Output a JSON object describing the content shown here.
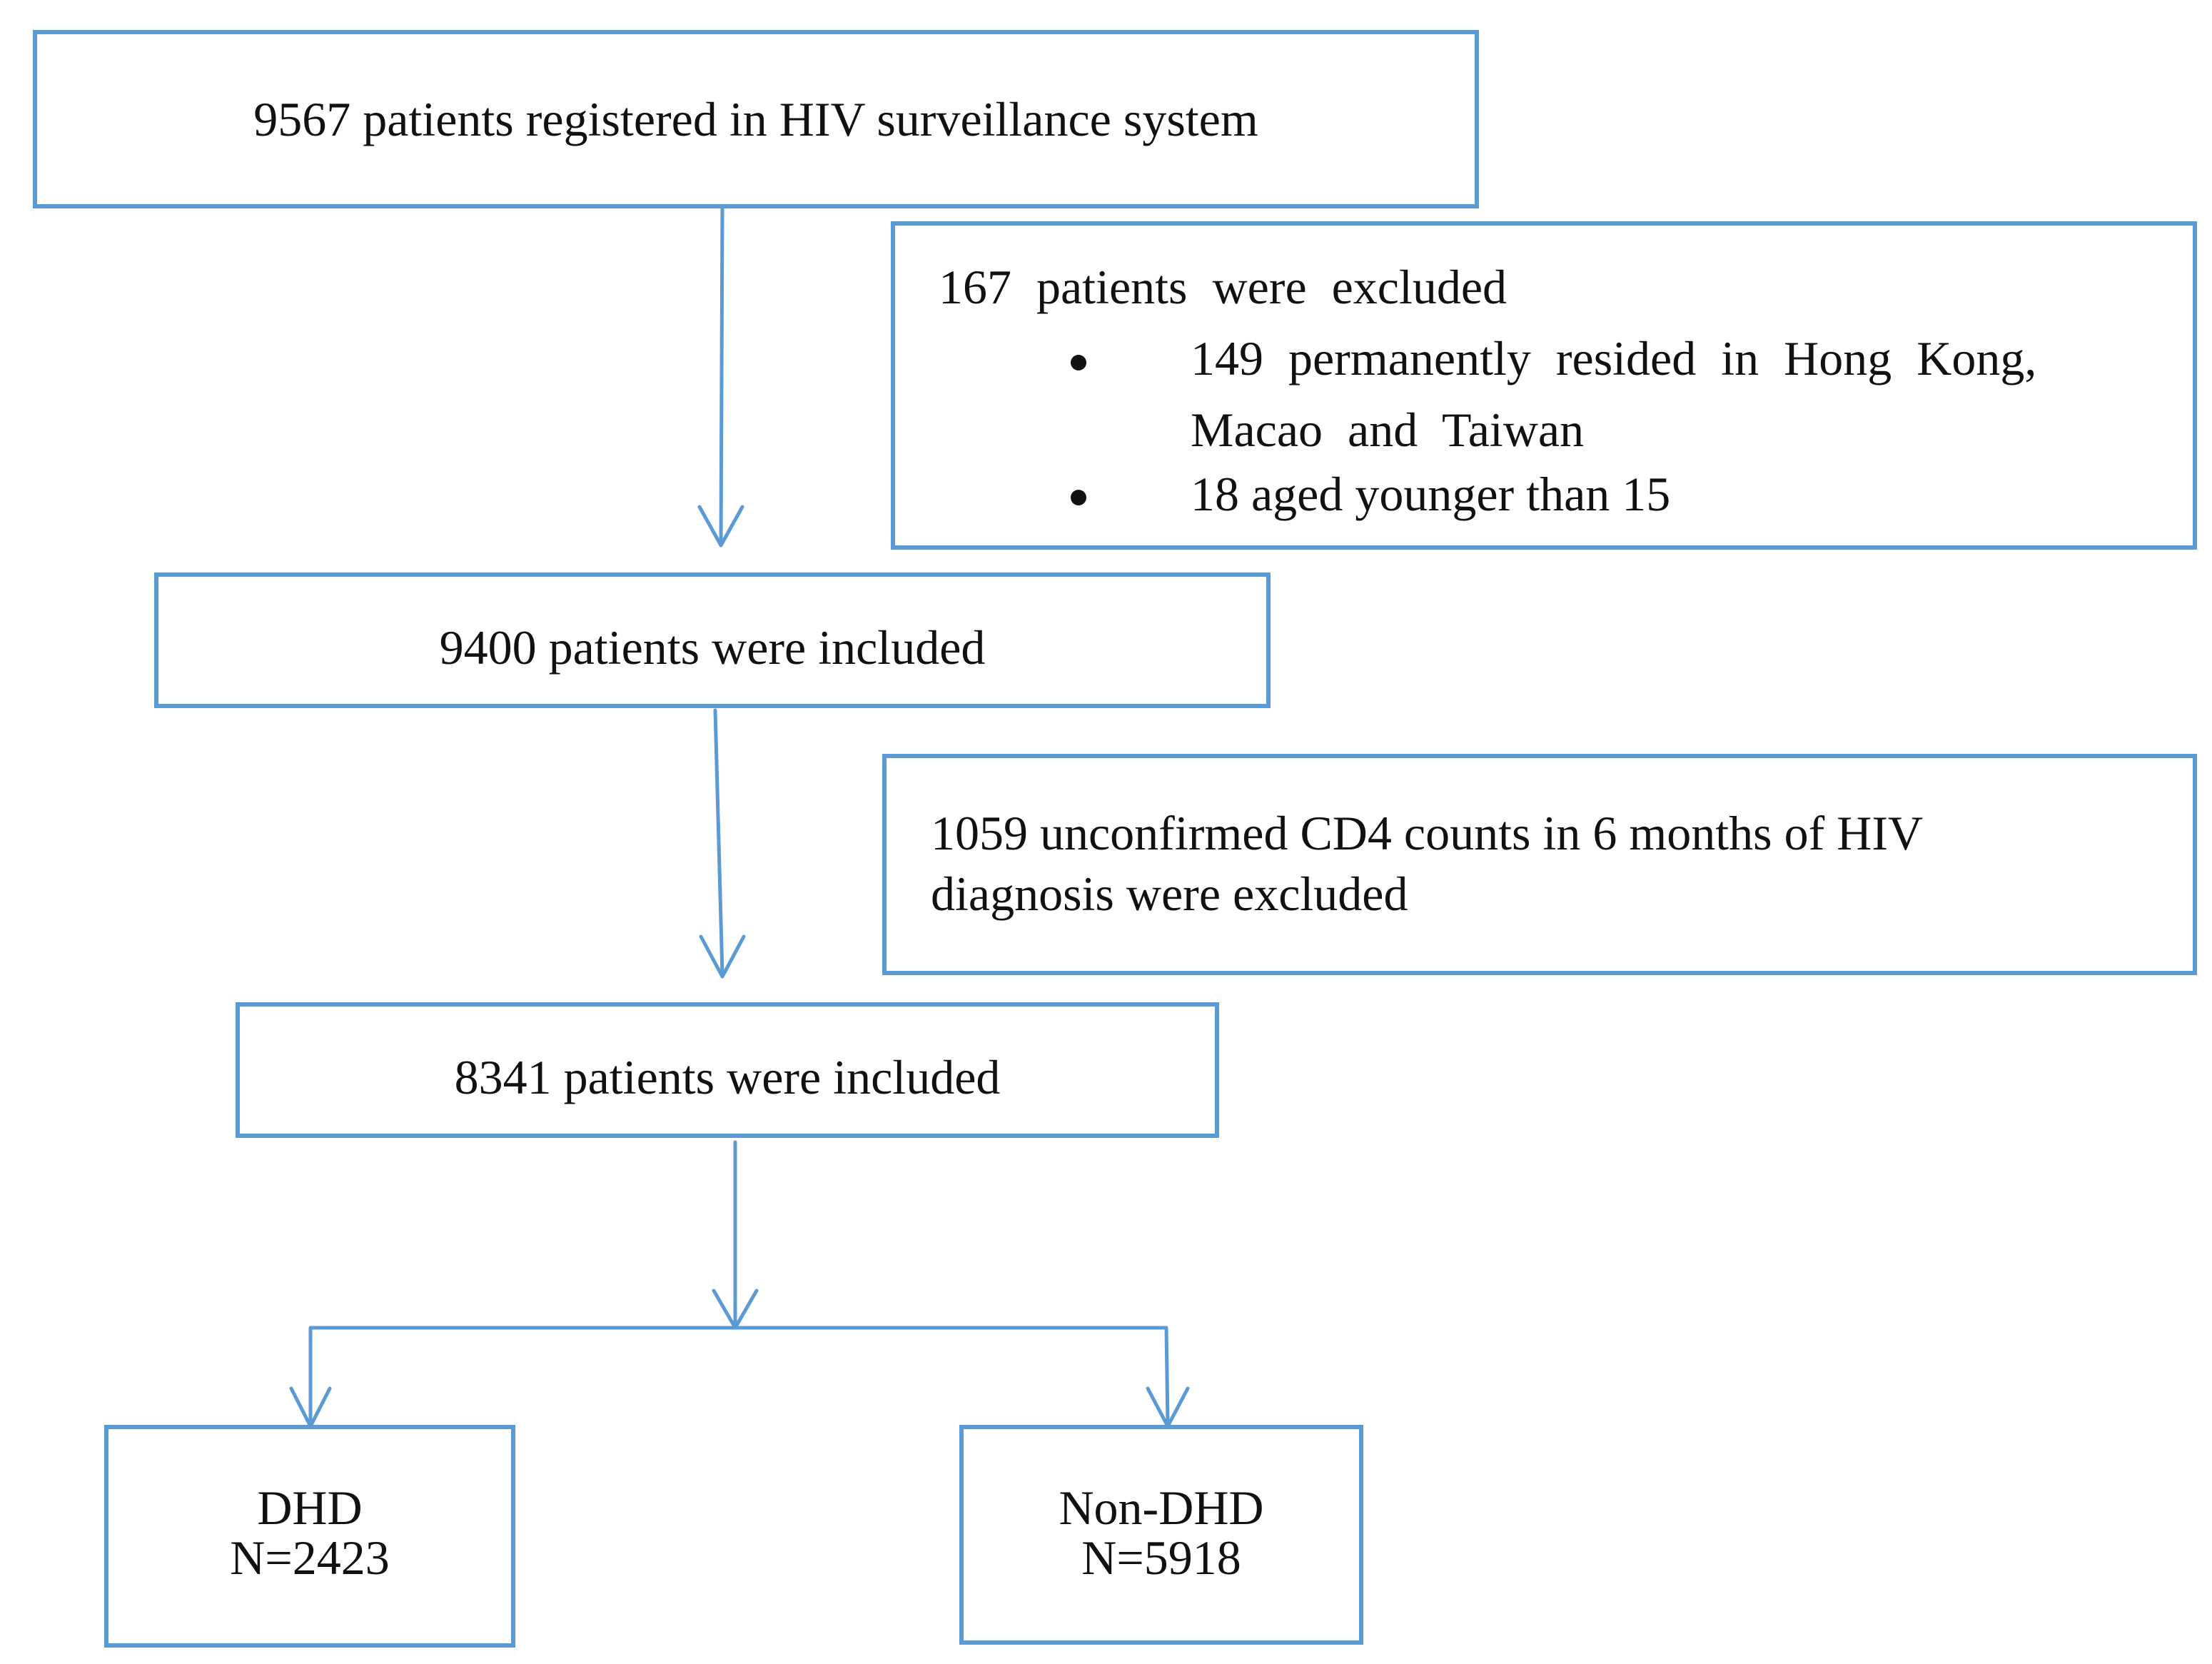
{
  "flowchart": {
    "registered": {
      "text": "9567 patients registered in HIV surveillance system"
    },
    "exclusion_1": {
      "header": "167  patients  were  excluded",
      "items": [
        {
          "line1": "149  permanently  resided  in  Hong  Kong,",
          "line2": "Macao  and  Taiwan"
        },
        {
          "line1": "18 aged younger than 15"
        }
      ]
    },
    "included_1": {
      "text": "9400 patients were included"
    },
    "exclusion_2": {
      "line1": "1059 unconfirmed CD4 counts in 6 months of HIV",
      "line2": "diagnosis were excluded"
    },
    "included_2": {
      "text": "8341 patients were included"
    },
    "group_dhd": {
      "label": "DHD",
      "count": "N=2423"
    },
    "group_non_dhd": {
      "label": "Non-DHD",
      "count": "N=5918"
    }
  },
  "colors": {
    "border": "#5b9bd5",
    "arrow": "#5b9bd5",
    "text": "#111111"
  }
}
